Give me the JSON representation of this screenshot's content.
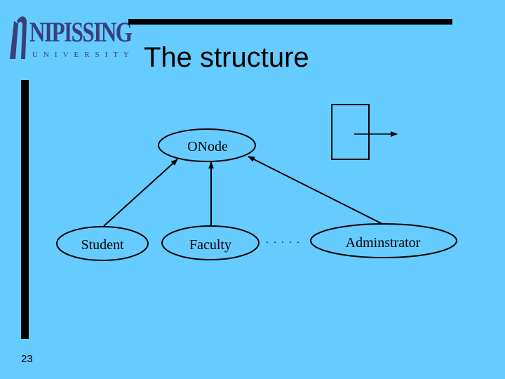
{
  "logo": {
    "wordmark": "NIPISSING",
    "subtitle": "UNIVERSITY"
  },
  "slide": {
    "title": "The structure",
    "page_number": "23"
  },
  "diagram": {
    "root": "ONode",
    "children": [
      "Student",
      "Faculty",
      "Adminstrator"
    ],
    "ellipsis": ". . . . ."
  },
  "colors": {
    "background": "#66CCFF",
    "ellipse_fill": "#66CCFF",
    "logo": "#3A3F7A"
  }
}
